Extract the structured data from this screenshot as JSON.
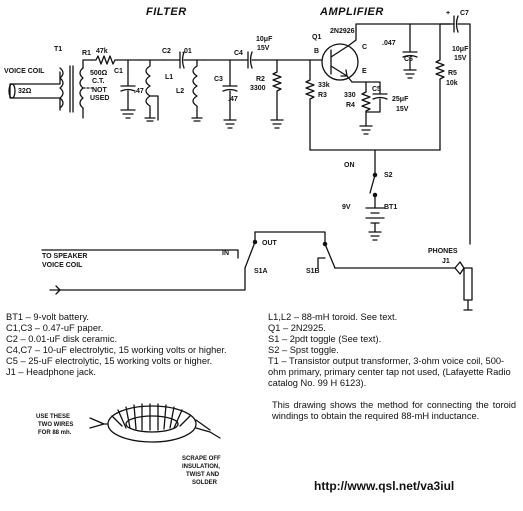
{
  "titles": {
    "filter": "FILTER",
    "amplifier": "AMPLIFIER"
  },
  "parts": {
    "voice_coil": "VOICE COIL",
    "ohm32": "32Ω",
    "t1": "T1",
    "r1": "R1",
    "r1_val": "47k",
    "t1_pri": "500Ω",
    "t1_ct": "C.T.",
    "t1_not": "NOT",
    "t1_used": "USED",
    "c1": "C1",
    "c1_val": ".47",
    "l1": "L1",
    "l2": "L2",
    "c2": "C2",
    "c2_val": ".01",
    "c3": "C3",
    "c3_val": ".47",
    "c4": "C4",
    "c4_val1": "10μF",
    "c4_val2": "15V",
    "r2": "R2",
    "r2_val": "3300",
    "q1": "Q1",
    "q1_part": "2N2926",
    "b": "B",
    "c": "C",
    "e": "E",
    "r3_val": "33k",
    "r3": "R3",
    "r4_val": "330",
    "r4": "R4",
    "c5": "C5",
    "c5_val1": "25μF",
    "c5_val2": "15V",
    "c6_val": ".047",
    "c6": "C6",
    "c7": "C7",
    "c7_val1": "10μF",
    "c7_val2": "15V",
    "r5": "R5",
    "r5_val": "10k",
    "plus": "+",
    "on": "ON",
    "s2": "S2",
    "bt1_v": "9V",
    "bt1": "BT1",
    "to_speaker1": "TO SPEAKER",
    "to_speaker2": "VOICE COIL",
    "in": "IN",
    "out": "OUT",
    "s1a": "S1A",
    "s1b": "S1B",
    "phones": "PHONES",
    "j1": "J1"
  },
  "legend_left": [
    "BT1 – 9-volt battery.",
    "C1,C3 – 0.47-uF paper.",
    "C2 – 0.01-uF disk ceramic.",
    "C4,C7 – 10-uF electrolytic, 15 working volts or higher.",
    "C5 – 25-uF electrolytic, 15 working volts or higher.",
    "J1 – Headphone jack."
  ],
  "legend_right": [
    "L1,L2 – 88-mH toroid. See text.",
    "Q1 – 2N2925.",
    "S1 – 2pdt toggle (See text).",
    "S2 – Spst toggle.",
    "T1 – Transistor output transformer, 3-ohm voice coil, 500-ohm primary, primary center tap not used, (Lafayette Radio catalog No. 99 H 6123)."
  ],
  "note": "This drawing shows the method for connecting the toroid windings to obtain the required 88-mH inductance.",
  "toroid": {
    "use_these": "USE THESE",
    "two_wires": "TWO WIRES",
    "for_88": "FOR 88 mh.",
    "scrape1": "SCRAPE OFF",
    "scrape2": "INSULATION,",
    "scrape3": "TWIST AND",
    "scrape4": "SOLDER"
  },
  "url": "http://www.qsl.net/va3iul"
}
